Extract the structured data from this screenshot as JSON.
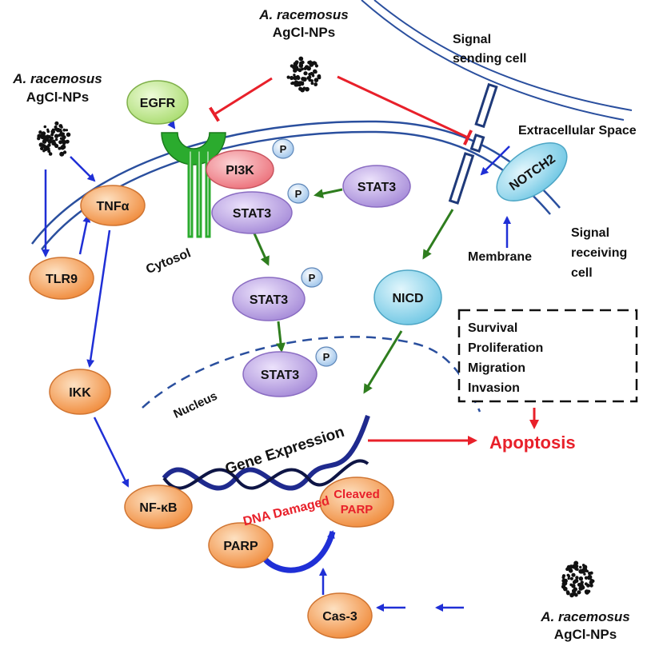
{
  "nanoparticle": {
    "species": "A. racemosus",
    "name": "AgCl-NPs"
  },
  "regions": {
    "signal_sending_line1": "Signal",
    "signal_sending_line2": "sending  cell",
    "extracellular": "Extracellular Space",
    "cytosol": "Cytosol",
    "membrane": "Membrane",
    "signal_receiving_line1": "Signal",
    "signal_receiving_line2": "receiving",
    "signal_receiving_line3": "cell",
    "nucleus": "Nucleus"
  },
  "molecules": {
    "egfr": "EGFR",
    "pi3k": "PI3K",
    "stat3": "STAT3",
    "phospho": "P",
    "notch2": "NOTCH2",
    "nicd": "NICD",
    "tnfa": "TNFα",
    "tlr9": "TLR9",
    "ikk": "IKK",
    "nfkb": "NF-κB",
    "parp": "PARP",
    "cleaved_parp_line1": "Cleaved",
    "cleaved_parp_line2": "PARP",
    "cas3": "Cas-3"
  },
  "processes": {
    "gene_expression": "Gene Expression",
    "dna_damaged": "DNA Damaged",
    "apoptosis": "Apoptosis"
  },
  "outcomes": [
    "Survival",
    "Proliferation",
    "Migration",
    "Invasion"
  ],
  "colors": {
    "inhibit": "#e8202a",
    "activate_blue": "#1f2fd6",
    "activate_green": "#2e7d1e",
    "membrane": "#2a4f9e",
    "egfr_green": "#2bab2e",
    "orange": "#f7a35c",
    "purple": "#b59be0",
    "pink": "#f28e94",
    "cyan": "#8fd6ec",
    "lightgreen": "#c6ec9a",
    "apoptosis_red": "#e8202a"
  }
}
